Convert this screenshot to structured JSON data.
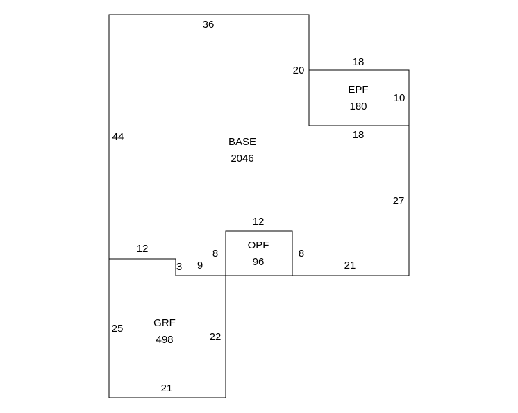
{
  "colors": {
    "line": "#000000",
    "text": "#000000",
    "background": "#ffffff"
  },
  "areas": [
    {
      "code": "BASE",
      "value": "2046"
    },
    {
      "code": "EPF",
      "value": "180"
    },
    {
      "code": "OPF",
      "value": "96"
    },
    {
      "code": "GRF",
      "value": "498"
    }
  ],
  "dimensions": {
    "base_top": "36",
    "base_left": "44",
    "base_notch_top": "20",
    "base_right": "27",
    "base_bottom_right": "21",
    "base_step_top": "12",
    "base_step_side": "3",
    "base_step_bottom": "9",
    "epf_top": "18",
    "epf_right": "10",
    "epf_bottom": "18",
    "opf_top": "12",
    "opf_left": "8",
    "opf_right": "8",
    "grf_left": "25",
    "grf_right": "22",
    "grf_bottom": "21"
  }
}
